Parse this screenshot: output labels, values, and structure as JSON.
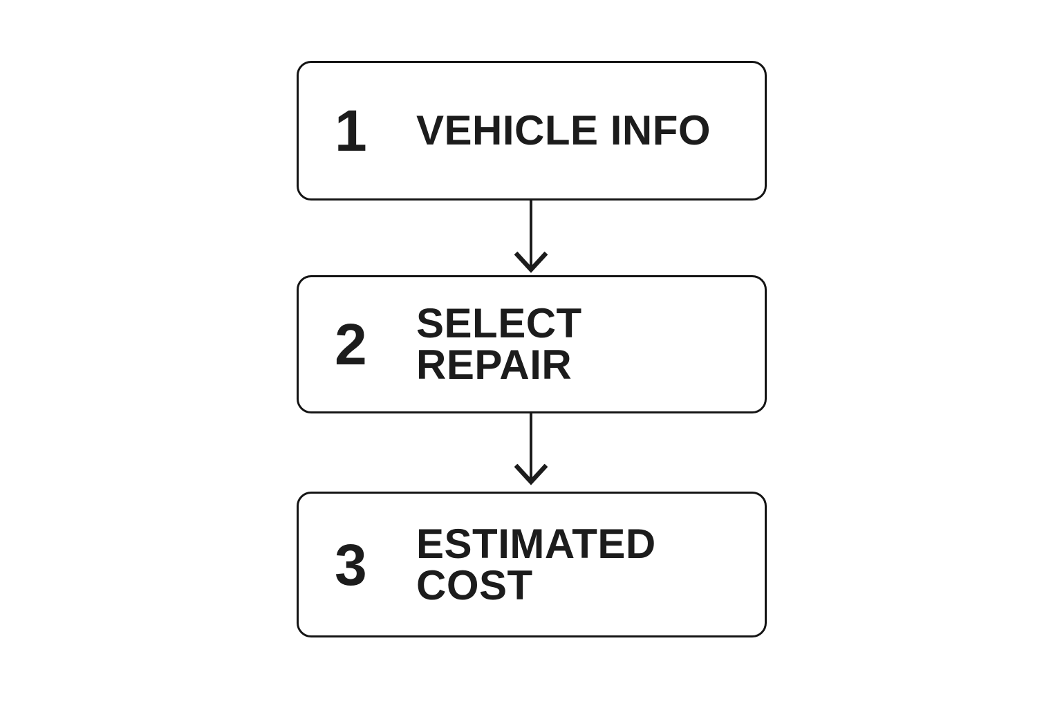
{
  "diagram": {
    "type": "flowchart",
    "orientation": "vertical",
    "steps": [
      {
        "number": "1",
        "label": "VEHICLE INFO"
      },
      {
        "number": "2",
        "label": "SELECT REPAIR"
      },
      {
        "number": "3",
        "label": "ESTIMATED COST"
      }
    ],
    "connectors": [
      {
        "from": "1",
        "to": "2",
        "style": "arrow-down"
      },
      {
        "from": "2",
        "to": "3",
        "style": "arrow-down"
      }
    ]
  },
  "colors": {
    "background": "#ffffff",
    "border": "#141414",
    "text": "#1c1c1c",
    "arrow": "#1c1c1c"
  }
}
